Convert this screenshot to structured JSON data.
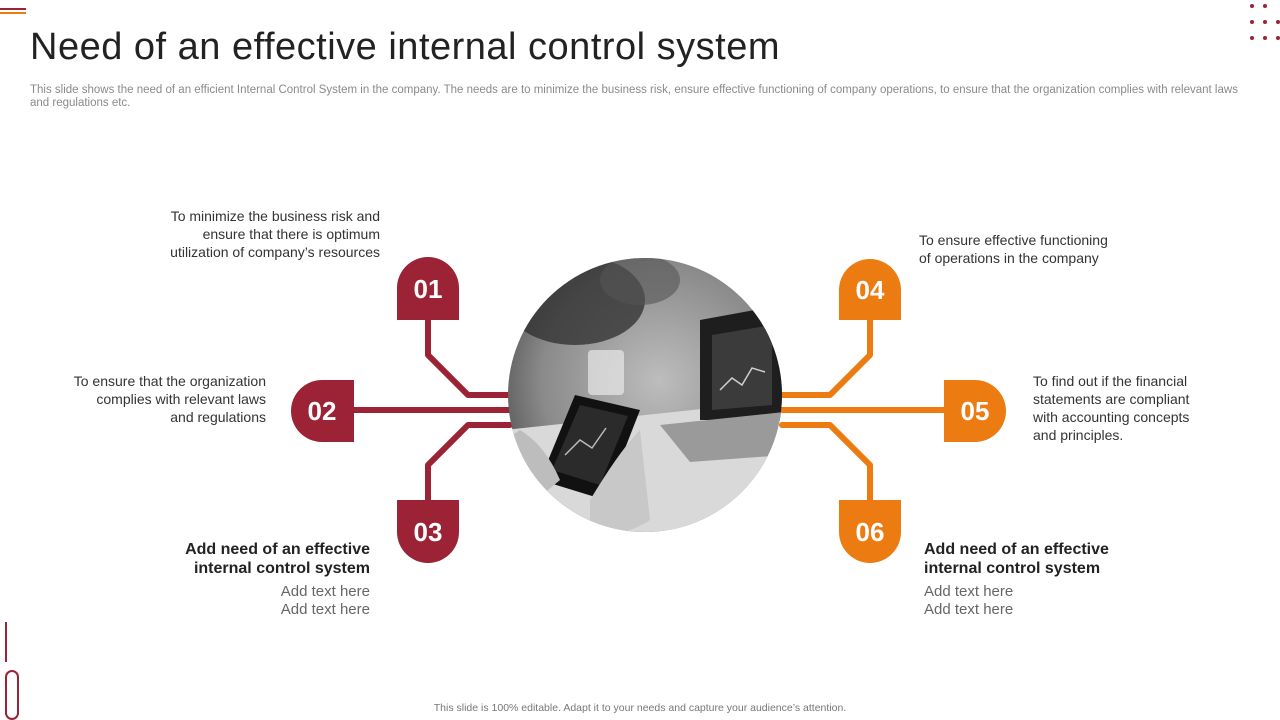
{
  "slide": {
    "title": "Need of an effective internal control system",
    "subtitle": "This slide shows the need of an efficient Internal Control System in the company. The needs are to minimize the business risk, ensure effective functioning of company operations, to ensure that the organization complies with relevant laws and regulations etc.",
    "footer": "This slide is 100% editable. Adapt it to your needs and capture your audience’s attention."
  },
  "colors": {
    "red": "#9b2335",
    "orange": "#ec7c12"
  },
  "items": [
    {
      "number": "01",
      "text": "To minimize the business risk and\nensure that there is optimum\nutilization of company’s resources"
    },
    {
      "number": "02",
      "text": "To ensure that the organization\ncomplies with relevant laws\nand regulations"
    },
    {
      "number": "03",
      "heading": "Add need of an effective\ninternal control system",
      "line1": "Add text here",
      "line2": "Add text here"
    },
    {
      "number": "04",
      "text": "To ensure effective functioning\nof operations in the company"
    },
    {
      "number": "05",
      "text": "To find out if the financial\nstatements are compliant\nwith accounting concepts\nand principles."
    },
    {
      "number": "06",
      "heading": "Add need of an effective\ninternal control system",
      "line1": "Add text here",
      "line2": "Add text here"
    }
  ]
}
